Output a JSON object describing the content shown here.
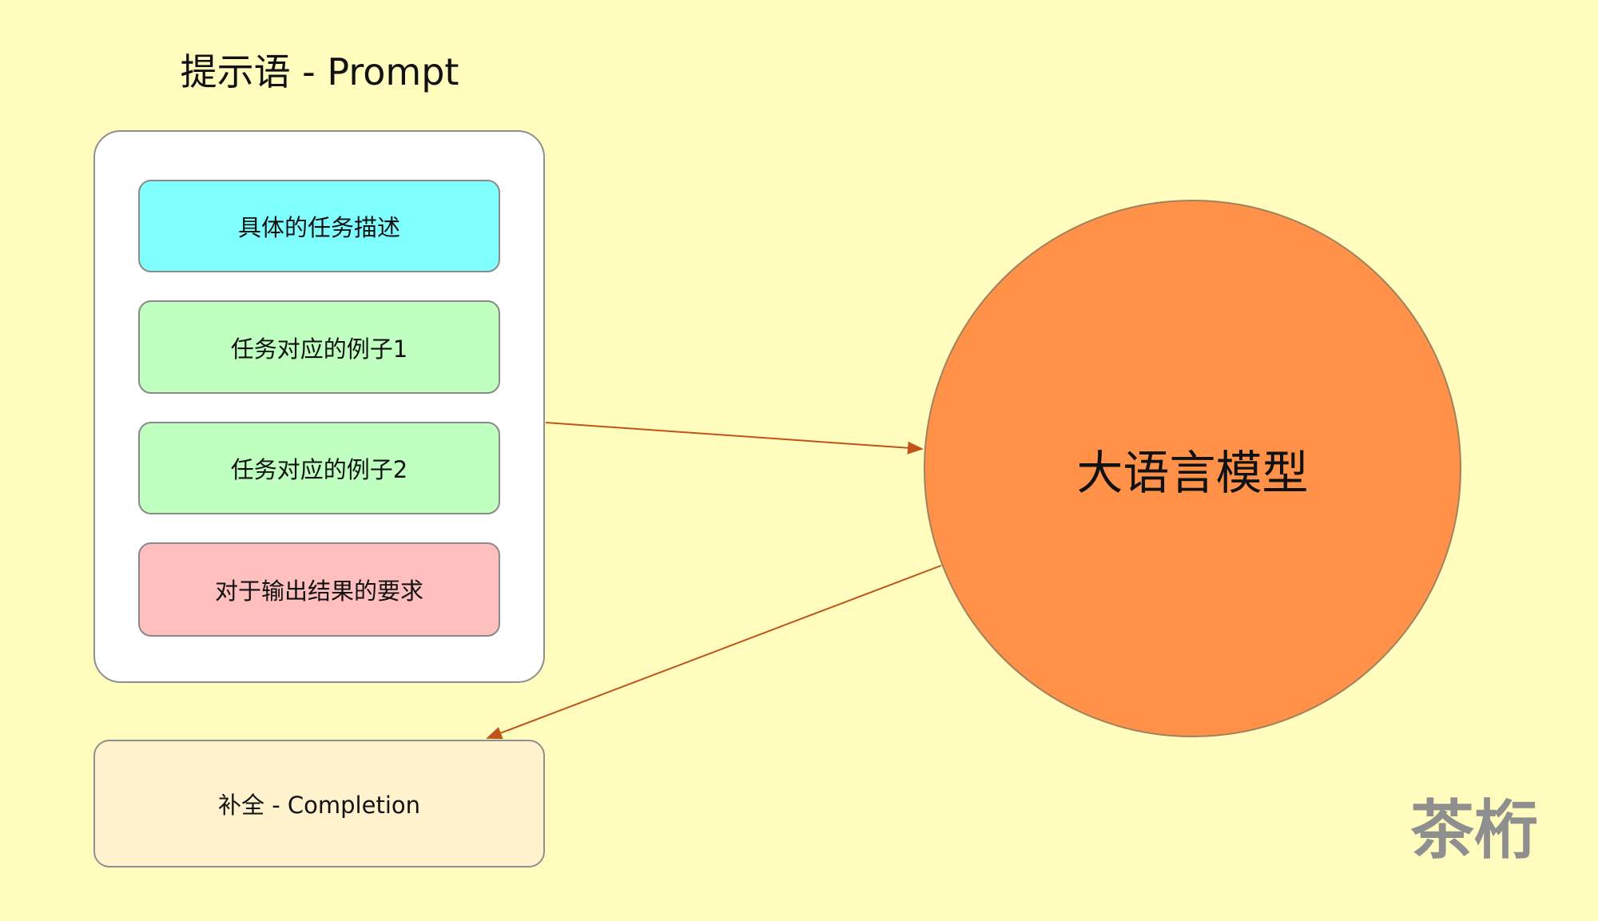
{
  "prompt": {
    "title": "提示语 - Prompt",
    "blocks": {
      "task": "具体的任务描述",
      "example1": "任务对应的例子1",
      "example2": "任务对应的例子2",
      "output": "对于输出结果的要求"
    }
  },
  "model": {
    "label": "大语言模型"
  },
  "completion": {
    "label": "补全 - Completion"
  },
  "watermark": "茶桁",
  "colors": {
    "background": "#fffcbd",
    "task_block": "#80ffff",
    "example_block": "#bfffbf",
    "output_block": "#ffbfbf",
    "completion_box": "#fff2cc",
    "model_circle": "#ff9149",
    "arrow": "#c0541a"
  }
}
